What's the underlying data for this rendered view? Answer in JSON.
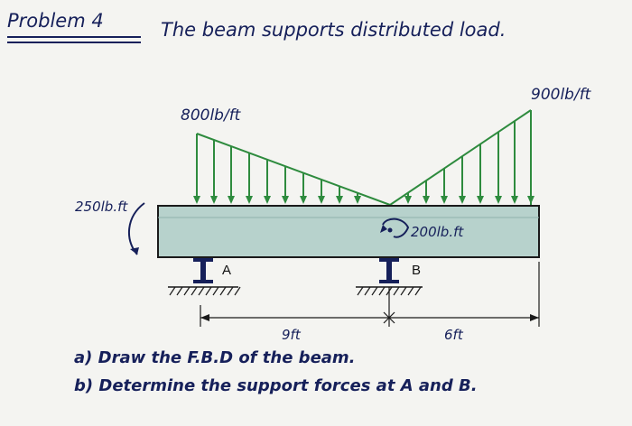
{
  "problem": {
    "heading": "Problem 4",
    "statement": "The beam supports distributed load."
  },
  "loads": {
    "left_intensity": "800lb/ft",
    "right_intensity": "900lb/ft",
    "moment_left": "250lb.ft",
    "moment_middle": "200lb.ft"
  },
  "supports": {
    "a_label": "A",
    "b_label": "B"
  },
  "dimensions": {
    "span_ab": "9ft",
    "span_b_end": "6ft"
  },
  "questions": {
    "a": "a) Draw the F.B.D of the beam.",
    "b": "b) Determine the support forces at A and B."
  },
  "colors": {
    "ink": "#16205a",
    "load_arrows": "#2e8b3e",
    "beam_fill": "#b7d2cc",
    "beam_outline": "#1a1a1a",
    "paper": "#f4f4f1"
  }
}
